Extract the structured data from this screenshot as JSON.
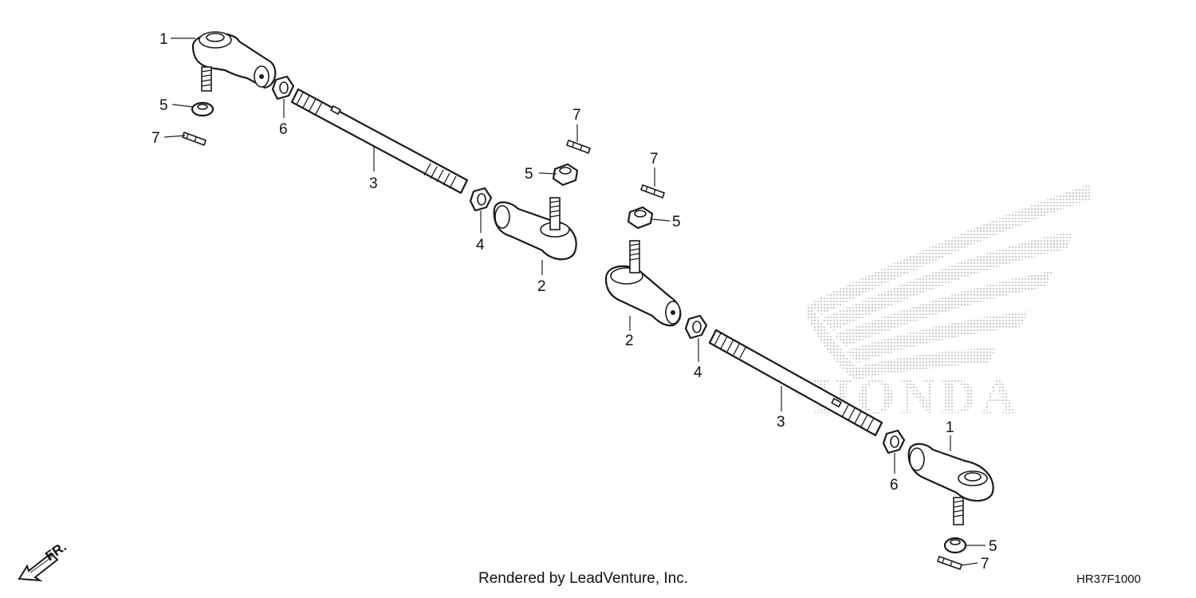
{
  "callouts": {
    "c1a": "1",
    "c1b": "1",
    "c2a": "2",
    "c2b": "2",
    "c3a": "3",
    "c3b": "3",
    "c4a": "4",
    "c4b": "4",
    "c5a": "5",
    "c5b": "5",
    "c5c": "5",
    "c5d": "5",
    "c6a": "6",
    "c6b": "6",
    "c7a": "7",
    "c7b": "7",
    "c7c": "7",
    "c7d": "7"
  },
  "footer": {
    "credit": "Rendered by LeadVenture, Inc.",
    "diagram_code": "HR37F1000",
    "direction": "FR."
  },
  "watermark": {
    "text": "HONDA",
    "icon": "honda-wing-logo",
    "color": "#bdbdbd"
  },
  "colors": {
    "line": "#1a1a1a",
    "background": "#ffffff"
  }
}
